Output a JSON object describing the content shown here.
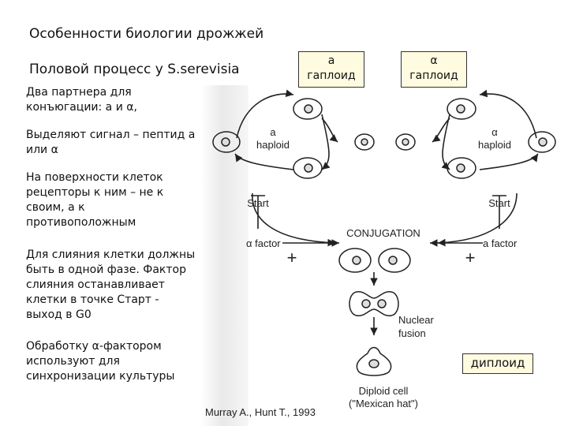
{
  "header": {
    "title": "Особенности биологии дрожжей",
    "subtitle": "Половой процесс у S.serevisia"
  },
  "tags": {
    "a_haploid": "a\nгаплоид",
    "alpha_haploid": "α\nгаплоид",
    "diploid": "диплоид"
  },
  "notes": [
    "Два партнера для\nконъюгации: а и α,",
    "Выделяют сигнал – пептид а\nили α",
    "На поверхности клеток\nрецепторы к ним – не к\nсвоим, а к\nпротивоположным",
    "Для слияния клетки должны\nбыть в одной фазе. Фактор\nслияния останавливает\nклетки в точке Старт -\nвыход в G0",
    "Обработку α-фактором\nиспользуют для\nсинхронизации культуры"
  ],
  "diagram": {
    "a_haploid_label": "a",
    "a_haploid_sub": "haploid",
    "alpha_haploid_label": "α",
    "alpha_haploid_sub": "haploid",
    "start_left": "Start",
    "start_right": "Start",
    "conjugation": "CONJUGATION",
    "alpha_factor": "α factor",
    "a_factor": "a factor",
    "plus_left": "+",
    "plus_right": "+",
    "nuclear": "Nuclear",
    "fusion": "fusion",
    "diploid_cell": "Diploid cell",
    "mexican_hat": "(\"Mexican hat\")"
  },
  "citation": "Murray A., Hunt T., 1993"
}
